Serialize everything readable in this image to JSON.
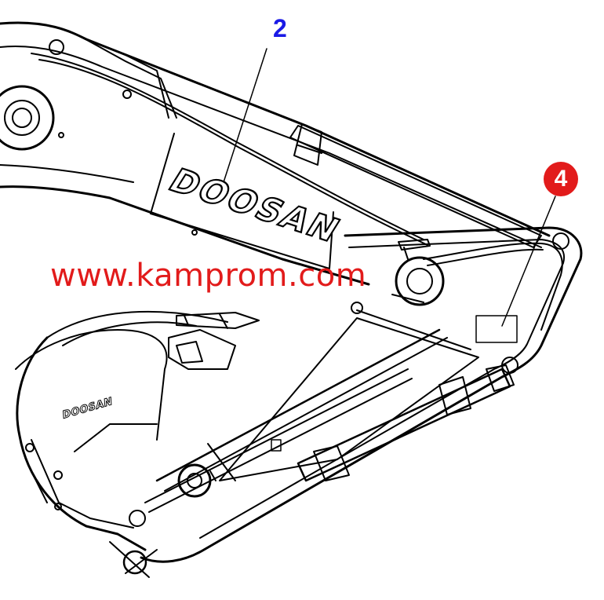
{
  "callouts": [
    {
      "label": "2",
      "color": "#1a1ae6"
    },
    {
      "label": "4",
      "color": "#e21b1b"
    }
  ],
  "decals": {
    "brand": "DOOSAN",
    "bucket_mark": "DOOSAN"
  },
  "watermark": {
    "text": "www.kamprom.com",
    "color": "#e21b1b"
  },
  "colors": {
    "line": "#000000",
    "background": "#ffffff"
  }
}
